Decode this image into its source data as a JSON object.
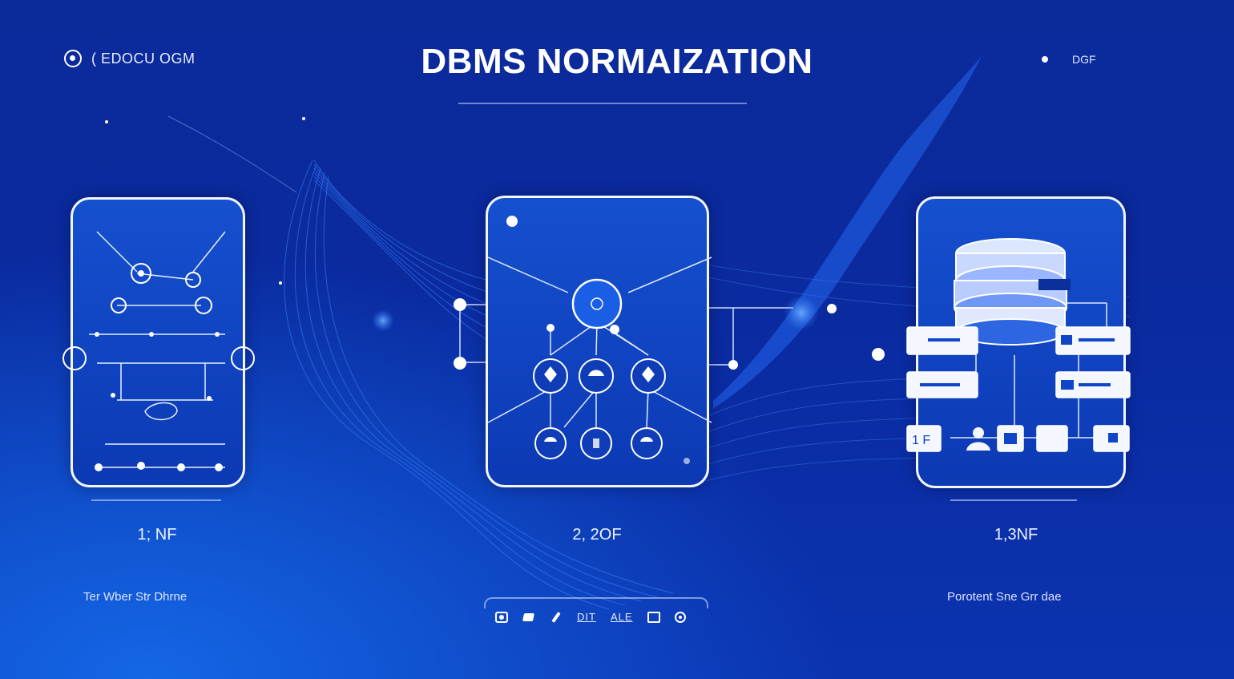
{
  "header": {
    "brand_text": "( EDOCU OGM",
    "title": "DBMS NORMAIZATION",
    "right_text": "DGF"
  },
  "stages": [
    {
      "label": "1; NF",
      "caption": "Ter  Wber   Str   Dhrne"
    },
    {
      "label": "2, 2OF",
      "caption": ""
    },
    {
      "label": "1,3NF",
      "caption": "Porotent   Sne   Grr dae"
    }
  ],
  "card3": {
    "chip_text": "1 F"
  },
  "toolbar": {
    "items": [
      "camera-icon",
      "image-icon",
      "pen-icon",
      "DIT",
      "ALE",
      "box-icon",
      "play-icon"
    ],
    "text_1": "DIT",
    "text_2": "ALE"
  },
  "colors": {
    "background": "#0b2a9f",
    "card_fill": "#1550cf",
    "card_border": "#f2f6ff",
    "accent": "#2f7bff"
  }
}
